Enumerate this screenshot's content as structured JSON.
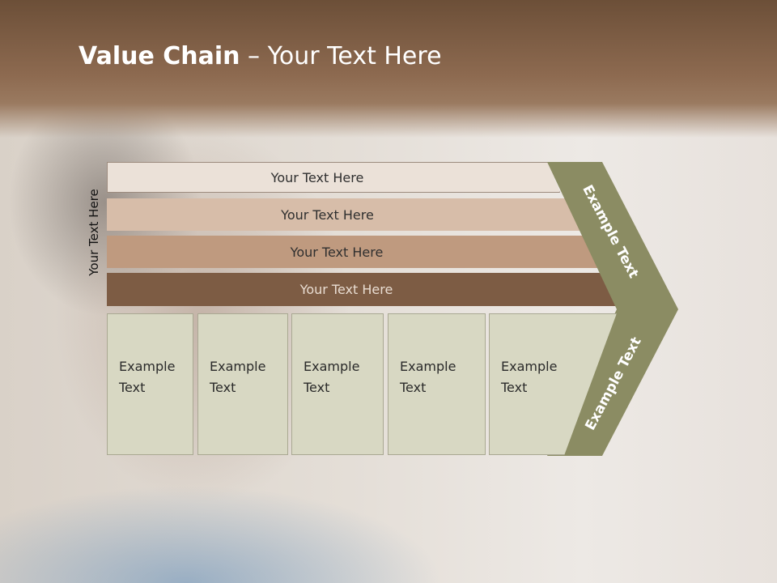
{
  "title": {
    "bold": "Value Chain",
    "rest": " – Your Text Here"
  },
  "side_label": "Your Text Here",
  "bars": [
    {
      "label": "Your Text Here",
      "color": "#ebe1d8",
      "text_color": "#2f2f2f"
    },
    {
      "label": "Your Text Here",
      "color": "#d7bda9",
      "text_color": "#2f2f2f"
    },
    {
      "label": "Your Text Here",
      "color": "#bf9a7f",
      "text_color": "#2f2f2f"
    },
    {
      "label": "Your Text Here",
      "color": "#7d5c44",
      "text_color": "#e9ddd2"
    }
  ],
  "cells": [
    {
      "line1": "Example",
      "line2": "Text"
    },
    {
      "line1": "Example",
      "line2": "Text"
    },
    {
      "line1": "Example",
      "line2": "Text"
    },
    {
      "line1": "Example",
      "line2": "Text"
    },
    {
      "line1": "Example",
      "line2": "Text"
    }
  ],
  "chevron": {
    "top_label": "Example Text",
    "bottom_label": "Example Text",
    "color": "#8b8c63"
  }
}
